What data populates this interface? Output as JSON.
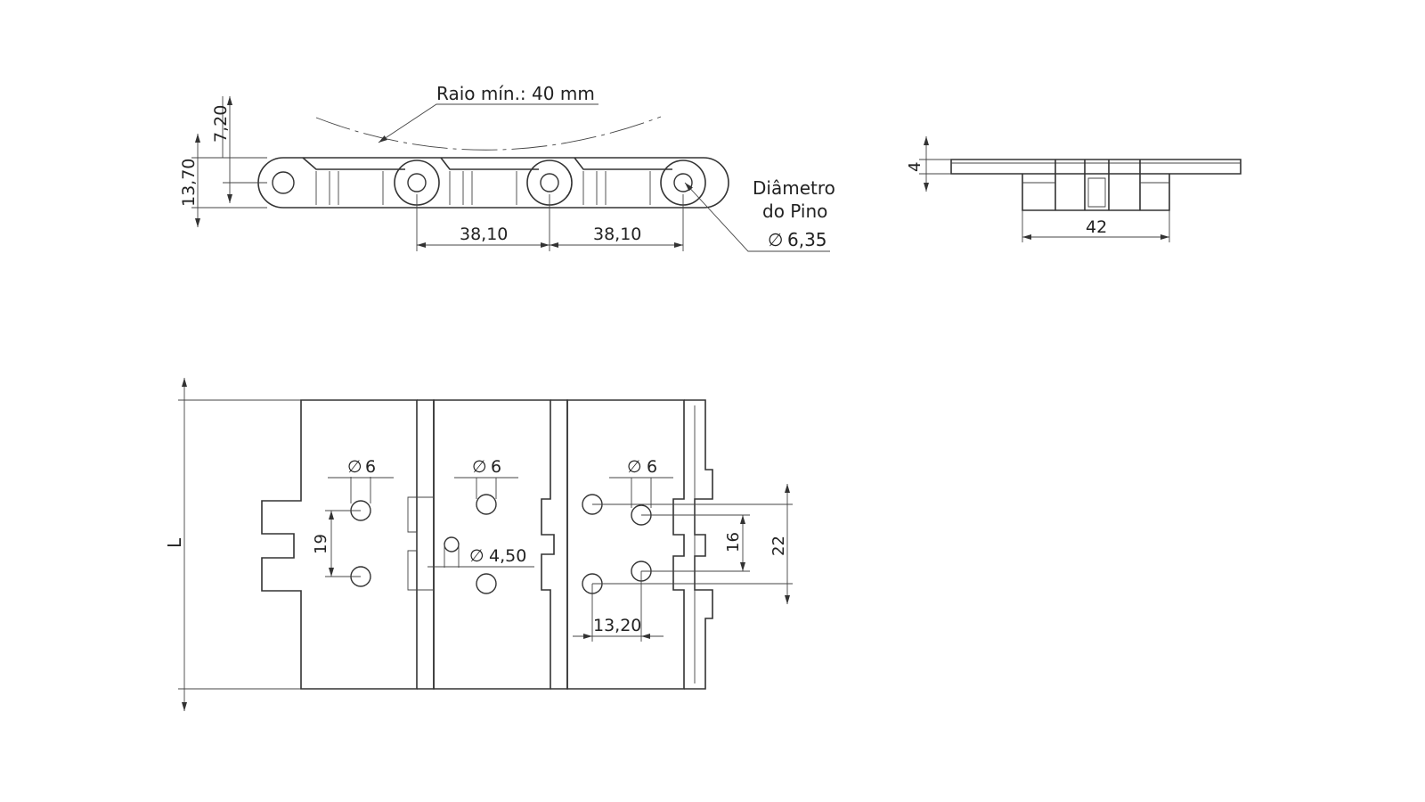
{
  "side_view": {
    "min_radius_label": "Raio mín.: 40 mm",
    "height_total": "13,70",
    "height_top": "7,20",
    "pitch_1": "38,10",
    "pitch_2": "38,10",
    "pin_label_line1": "Diâmetro",
    "pin_label_line2": "do Pino",
    "pin_diameter": "6,35"
  },
  "front_view": {
    "thickness": "4",
    "width": "42"
  },
  "top_view": {
    "length_label": "L",
    "hole_dia_a": "6",
    "hole_dia_b": "6",
    "hole_dia_c": "6",
    "center_hole_dia": "4,50",
    "hole_spacing_a": "19",
    "hole_spacing_inner": "16",
    "hole_spacing_outer": "22",
    "hole_offset": "13,20"
  },
  "symbols": {
    "diameter": "∅"
  }
}
